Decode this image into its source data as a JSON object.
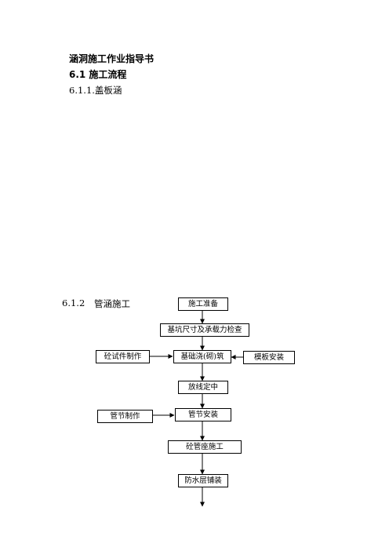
{
  "document": {
    "title": "涵洞施工作业指导书",
    "section_heading": "6.1 施工流程",
    "subsection_1": "6.1.1.盖板涵",
    "subsection_2_number": "6.1.2",
    "subsection_2_title": "管涵施工"
  },
  "flowchart": {
    "steps": [
      "施工准备",
      "基坑尺寸及承载力检查",
      "基础浇(砌)筑",
      "放线定中",
      "管节安装",
      "砼管座施工",
      "防水层铺装"
    ],
    "side_inputs": {
      "left_1": "砼试件制作",
      "right_1": "模板安装",
      "left_2": "管节制作"
    }
  }
}
